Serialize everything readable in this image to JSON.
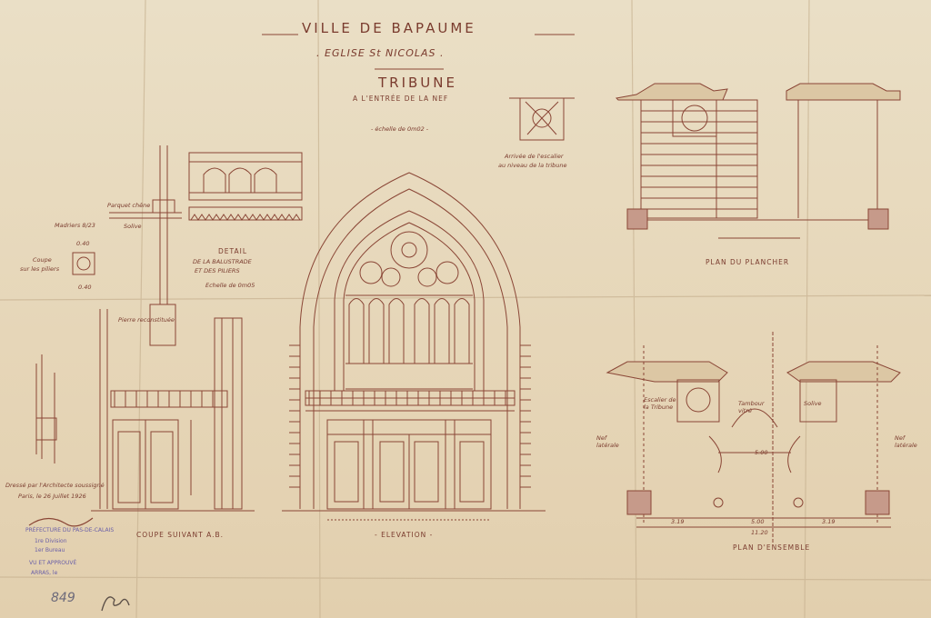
{
  "header": {
    "city": "VILLE DE BAPAUME",
    "church": ". EGLISE St NICOLAS .",
    "subject": "TRIBUNE",
    "location": "A L'ENTRÉE DE LA NEF",
    "scale": "- échelle de 0m02 -"
  },
  "stair_detail": {
    "caption_1": "Arrivée de l'escalier",
    "caption_2": "au niveau de la tribune"
  },
  "balustrade_detail": {
    "title": "DETAIL",
    "line_1": "DE LA BALUSTRADE",
    "line_2": "ET DES PILIERS",
    "scale": "Echelle de 0m05",
    "note_1": "Parquet chêne",
    "note_2": "Madriers 8/23",
    "note_3": "Coupe",
    "note_4": "sur les piliers",
    "note_5": "Solive",
    "note_6": "Pierre reconstituée",
    "dim_1": "0.40",
    "dim_2": "0.40"
  },
  "views": {
    "section_label": "COUPE SUIVANT A.B.",
    "elevation_label": "- ELEVATION -",
    "floor_plan_label": "PLAN DU PLANCHER",
    "general_plan_label": "PLAN D'ENSEMBLE"
  },
  "plan_notes": {
    "nef_left": "Nef latérale",
    "nef_right": "Nef latérale",
    "stair_note": "Escalier de la Tribune",
    "tambour": "Tambour vitré",
    "pillar_note": "Solive",
    "dims": [
      "3.19",
      "5.00",
      "3.19",
      "11.20",
      "5.00"
    ]
  },
  "signature": {
    "line_1": "Dressé par l'Architecte soussigné",
    "line_2": "Paris, le 26 Juillet 1926"
  },
  "stamp": {
    "line_1": "PRÉFECTURE DU PAS-DE-CALAIS",
    "line_2": "1re Division",
    "line_3": "1er Bureau",
    "line_4": "VU ET APPROUVÉ",
    "line_5": "ARRAS, le"
  },
  "archive_number": "849",
  "colors": {
    "paper": "#e9dcc0",
    "ink": "#7a3b2e",
    "stamp": "#6a5fa8"
  }
}
